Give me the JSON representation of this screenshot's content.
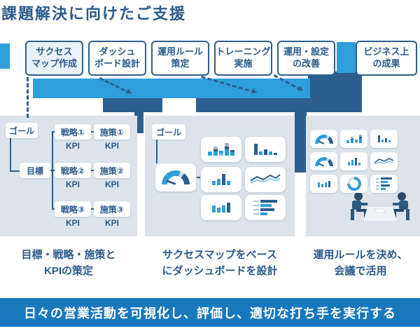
{
  "title": "課題解決に向けたご支援",
  "steps": [
    {
      "line1": "サクセス",
      "line2": "マップ作成"
    },
    {
      "line1": "ダッシュ",
      "line2": "ボード設計"
    },
    {
      "line1": "運用ルール",
      "line2": "策定"
    },
    {
      "line1": "トレーニング",
      "line2": "実施"
    },
    {
      "line1": "運用・設定",
      "line2": "の改善"
    },
    {
      "line1": "ビジネス上",
      "line2": "の成果"
    }
  ],
  "panel1": {
    "goal": "ゴール",
    "objective": "目標",
    "rows": [
      {
        "strategy": "戦略①",
        "measure": "施策①",
        "kpi_strategy": "KPI",
        "kpi_measure": "KPI"
      },
      {
        "strategy": "戦略②",
        "measure": "施策②",
        "kpi_strategy": "KPI",
        "kpi_measure": "KPI"
      },
      {
        "strategy": "戦略③",
        "measure": "施策③",
        "kpi_strategy": "KPI",
        "kpi_measure": "KPI"
      }
    ],
    "caption_line1": "目標・戦略・施策と",
    "caption_line2": "KPIの策定"
  },
  "panel2": {
    "goal": "ゴール",
    "cards": [
      "stacked-bar",
      "bar",
      "gauge",
      "bar",
      "line",
      "bar",
      "horizontal-bar"
    ],
    "caption_line1": "サクセスマップをベース",
    "caption_line2": "にダッシュボードを設計"
  },
  "panel3": {
    "cards": [
      "gauge",
      "stacked-bar",
      "bar",
      "gauge",
      "bar",
      "line",
      "bar",
      "donut",
      "horizontal-bar"
    ],
    "illustration": "meeting-people",
    "caption_line1": "運用ルールを決め、",
    "caption_line2": "会議で活用"
  },
  "summary": "日々の営業活動を可視化し、評価し、適切な打ち手を実行する",
  "colors": {
    "accent_light_blue": "#2e9fdb",
    "accent_dark_blue": "#2d5f8e",
    "summary_bar_blue": "#1878be",
    "panel_background": "#dce3ea",
    "text_dark_blue": "#2b5a8a",
    "step1_fill": "#e9f1fa"
  }
}
